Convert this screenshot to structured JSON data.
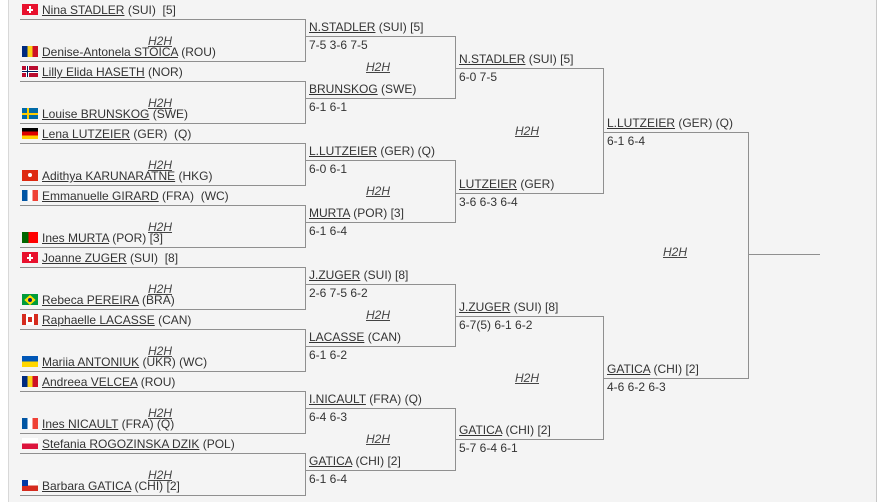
{
  "h2h_label": "H2H",
  "flags": {
    "SUI": "swiss",
    "ROU": "romania",
    "NOR": "norway",
    "SWE": "sweden",
    "GER": "germany",
    "HKG": "hongkong",
    "FRA": "france",
    "POR": "portugal",
    "BRA": "brazil",
    "CAN": "canada",
    "UKR": "ukraine",
    "POL": "poland",
    "CHI": "chile"
  },
  "round1": [
    {
      "top": {
        "country": "SUI",
        "name": "Nina STADLER",
        "suffix": " (SUI)  [5]"
      },
      "bottom": {
        "country": "ROU",
        "name": "Denise-Antonela STOICA",
        "suffix": " (ROU)"
      }
    },
    {
      "top": {
        "country": "NOR",
        "name": "Lilly Elida HASETH",
        "suffix": " (NOR)"
      },
      "bottom": {
        "country": "SWE",
        "name": "Louise BRUNSKOG",
        "suffix": " (SWE)"
      }
    },
    {
      "top": {
        "country": "GER",
        "name": "Lena LUTZEIER",
        "suffix": " (GER)  (Q)"
      },
      "bottom": {
        "country": "HKG",
        "name": "Adithya KARUNARATNE",
        "suffix": " (HKG)"
      }
    },
    {
      "top": {
        "country": "FRA",
        "name": "Emmanuelle GIRARD",
        "suffix": " (FRA)  (WC)"
      },
      "bottom": {
        "country": "POR",
        "name": "Ines MURTA",
        "suffix": " (POR) [3]"
      }
    },
    {
      "top": {
        "country": "SUI",
        "name": "Joanne ZUGER",
        "suffix": " (SUI)  [8]"
      },
      "bottom": {
        "country": "BRA",
        "name": "Rebeca PEREIRA",
        "suffix": " (BRA)"
      }
    },
    {
      "top": {
        "country": "CAN",
        "name": "Raphaelle LACASSE",
        "suffix": " (CAN)"
      },
      "bottom": {
        "country": "UKR",
        "name": "Mariia ANTONIUK",
        "suffix": " (UKR) (WC)"
      }
    },
    {
      "top": {
        "country": "ROU",
        "name": "Andreea VELCEA",
        "suffix": " (ROU)"
      },
      "bottom": {
        "country": "FRA",
        "name": "Ines NICAULT",
        "suffix": " (FRA) (Q)"
      }
    },
    {
      "top": {
        "country": "POL",
        "name": "Stefania ROGOZINSKA DZIK",
        "suffix": " (POL)"
      },
      "bottom": {
        "country": "CHI",
        "name": "Barbara GATICA",
        "suffix": " (CHI) [2]"
      }
    }
  ],
  "round2": [
    {
      "name": "N.STADLER",
      "suffix": " (SUI) [5]",
      "score": "7-5 3-6 7-5"
    },
    {
      "name": "BRUNSKOG",
      "suffix": " (SWE)",
      "score": "6-1 6-1"
    },
    {
      "name": "L.LUTZEIER",
      "suffix": " (GER) (Q)",
      "score": "6-0 6-1"
    },
    {
      "name": "MURTA",
      "suffix": " (POR) [3]",
      "score": "6-1 6-4"
    },
    {
      "name": "J.ZUGER",
      "suffix": " (SUI) [8]",
      "score": "2-6 7-5 6-2"
    },
    {
      "name": "LACASSE",
      "suffix": " (CAN)",
      "score": "6-1 6-2"
    },
    {
      "name": "I.NICAULT",
      "suffix": " (FRA) (Q)",
      "score": "6-4 6-3"
    },
    {
      "name": "GATICA",
      "suffix": " (CHI) [2]",
      "score": "6-1 6-4"
    }
  ],
  "round3": [
    {
      "name": "N.STADLER",
      "suffix": " (SUI) [5]",
      "score": "6-0 7-5"
    },
    {
      "name": "LUTZEIER",
      "suffix": " (GER)",
      "score": "3-6 6-3 6-4"
    },
    {
      "name": "J.ZUGER",
      "suffix": " (SUI) [8]",
      "score": "6-7(5) 6-1 6-2"
    },
    {
      "name": "GATICA",
      "suffix": " (CHI) [2]",
      "score": "5-7 6-4 6-1"
    }
  ],
  "round4": [
    {
      "name": "L.LUTZEIER",
      "suffix": " (GER) (Q)",
      "score": "6-1 6-4"
    },
    {
      "name": "GATICA",
      "suffix": " (CHI) [2]",
      "score": "4-6 6-2 6-3"
    }
  ]
}
